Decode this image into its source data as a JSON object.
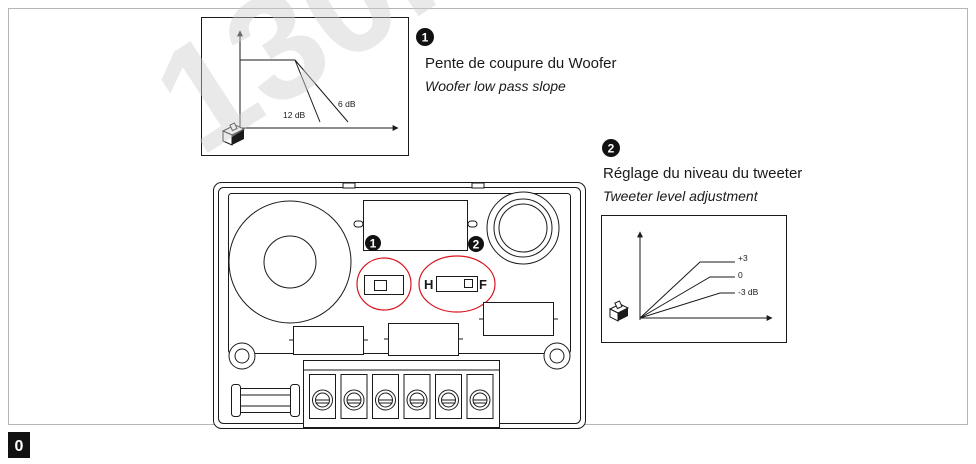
{
  "watermark": "130.",
  "page_number": "0",
  "callouts": [
    {
      "badge": "1",
      "title": "Pente de coupure du Woofer",
      "subtitle": "Woofer low pass slope"
    },
    {
      "badge": "2",
      "title": "Réglage du niveau du tweeter",
      "subtitle": "Tweeter level adjustment"
    }
  ],
  "woofer_graph": {
    "labels": [
      "12 dB",
      "6 dB"
    ]
  },
  "tweeter_graph": {
    "labels": [
      "+3",
      "0",
      "-3 dB"
    ]
  },
  "board": {
    "badge_1": "1",
    "badge_2": "2",
    "switch_left_label": "H",
    "switch_right_label": "F"
  },
  "colors": {
    "ink": "#1a1a1a",
    "highlight_ring": "#d9141f",
    "watermark": "#cfcfcf",
    "frame": "#b5b5b5"
  }
}
